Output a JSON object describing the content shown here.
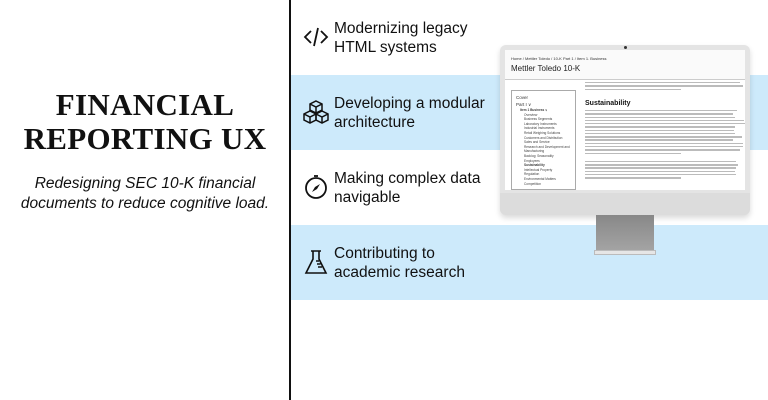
{
  "left": {
    "title": "FINANCIAL REPORTING UX",
    "subtitle": "Redesigning SEC 10-K financial documents to reduce cognitive load."
  },
  "features": [
    {
      "icon": "code-icon",
      "label": "Modernizing legacy HTML systems"
    },
    {
      "icon": "cubes-icon",
      "label": "Developing a modular architecture"
    },
    {
      "icon": "compass-icon",
      "label": "Making complex data navigable"
    },
    {
      "icon": "flask-icon",
      "label": "Contributing to academic research"
    }
  ],
  "colors": {
    "band": "#cdeafb",
    "divider": "#111111"
  },
  "mockup": {
    "breadcrumb": "Home / Mettler Toledo / 10-K Part 1 / Item 1. Business",
    "doc_title": "Mettler Toledo 10-K",
    "toc": {
      "cover": "Cover",
      "part": "Part I ∨",
      "item": "Item 1 Business ∨",
      "entries": [
        "Overview",
        "Business Segments",
        "Laboratory Instruments",
        "Industrial Instruments",
        "Retail Weighing Solutions",
        "Customers and Distribution",
        "Sales and Service",
        "Research and Development and Manufacturing",
        "Backlog; Seasonality",
        "Employees",
        "Sustainability",
        "Intellectual Property",
        "Regulation",
        "Environmental Matters",
        "Competition"
      ]
    },
    "section_heading": "Sustainability"
  }
}
